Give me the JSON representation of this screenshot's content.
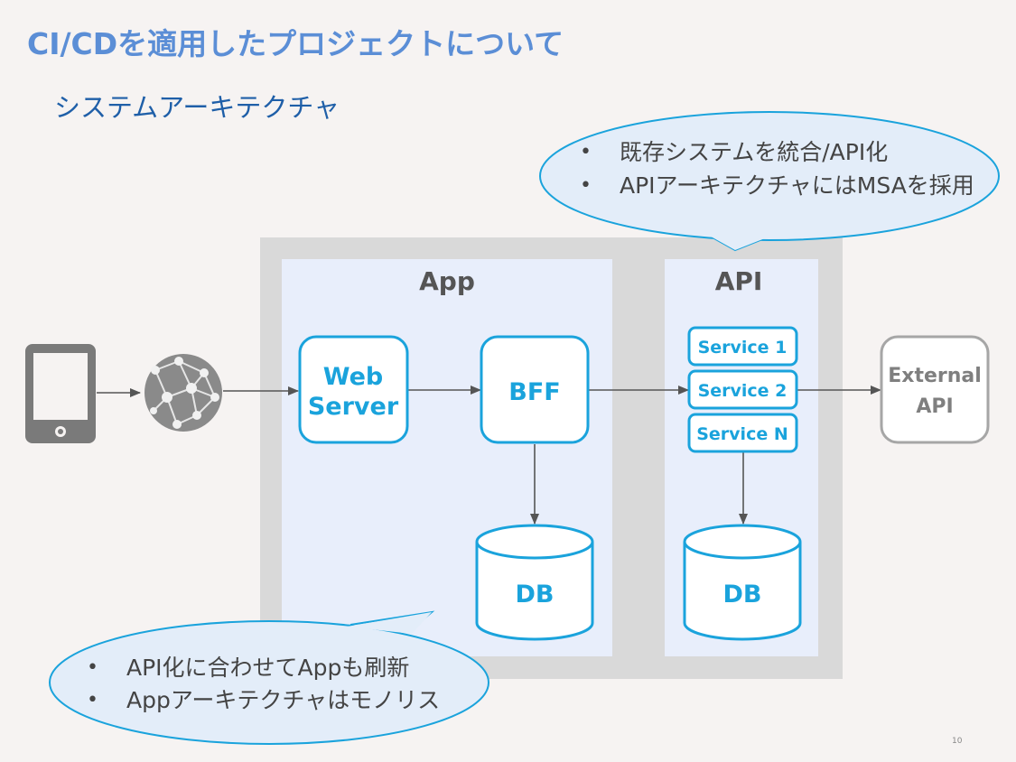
{
  "slide": {
    "title": "CI/CDを適用したプロジェクトについて",
    "subtitle": "システムアーキテクチャ",
    "page_number": "10"
  },
  "diagram": {
    "app_region_label": "App",
    "api_region_label": "API",
    "web_server_label": [
      "Web",
      "Server"
    ],
    "bff_label": "BFF",
    "services": [
      "Service  1",
      "Service  2",
      "Service N"
    ],
    "external_api_label": [
      "External",
      "API"
    ],
    "app_db_label": "DB",
    "api_db_label": "DB"
  },
  "callouts": {
    "top": {
      "bullet": "•",
      "items": [
        "既存システムを統合/API化",
        "APIアーキテクチャにはMSAを採用"
      ]
    },
    "bottom": {
      "bullet": "•",
      "items": [
        "API化に合わせてAppも刷新",
        "Appアーキテクチャはモノリス"
      ]
    }
  },
  "colors": {
    "title": "#5b8ed6",
    "subtitle": "#1f5fa8",
    "accent": "#1aa3dc",
    "region_fill": "#e8eefb",
    "outer_fill": "#d9d9d9",
    "callout_fill": "#e3edf9",
    "icon_gray": "#8a8a8a"
  },
  "icons": [
    "tablet-icon",
    "network-globe-icon"
  ]
}
